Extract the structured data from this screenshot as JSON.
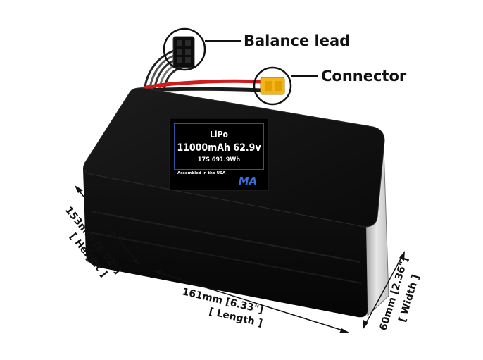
{
  "callouts": {
    "balance_lead": "Balance lead",
    "connector": "Connector"
  },
  "label_plate": {
    "line1": "LiPo",
    "line2": "11000mAh 62.9v",
    "line3": "17S 691.9Wh",
    "assembled": "Assembled in the USA",
    "logo": "MA"
  },
  "dimensions": {
    "height_value": "153mm [6.02\"]",
    "height_name": "[ Height ]",
    "length_value": "161mm [6.33\"]",
    "length_name": "[ Length ]",
    "width_value": "60mm [2.36\"]",
    "width_name": "[ Width ]"
  },
  "colors": {
    "battery_body": "#0b0b0b",
    "plate_border": "#3a6fd8",
    "connector_yellow": "#f2b51a",
    "red_wire": "#d11a1a"
  }
}
